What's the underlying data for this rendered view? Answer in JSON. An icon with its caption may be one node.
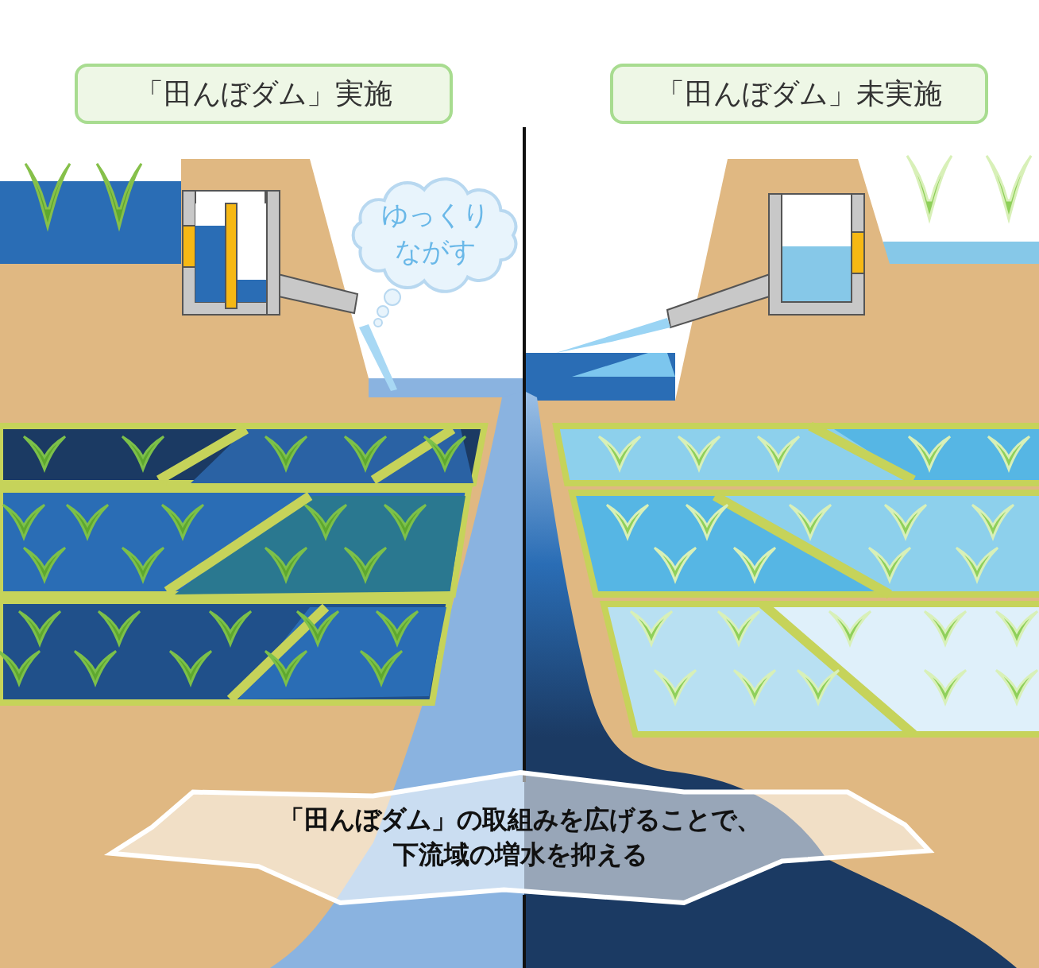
{
  "diagram": {
    "nodes": [
      {
        "text": [
          "「田んぼダム」実施"
        ]
      },
      {
        "text": [
          "「田んぼダム」未実施"
        ]
      },
      {
        "text": [
          "ゆっくりながす"
        ]
      },
      {
        "text": [
          "「田んぼダム」の取組みを広げることで、下流域の増水を抑える"
        ]
      }
    ]
  }
}
